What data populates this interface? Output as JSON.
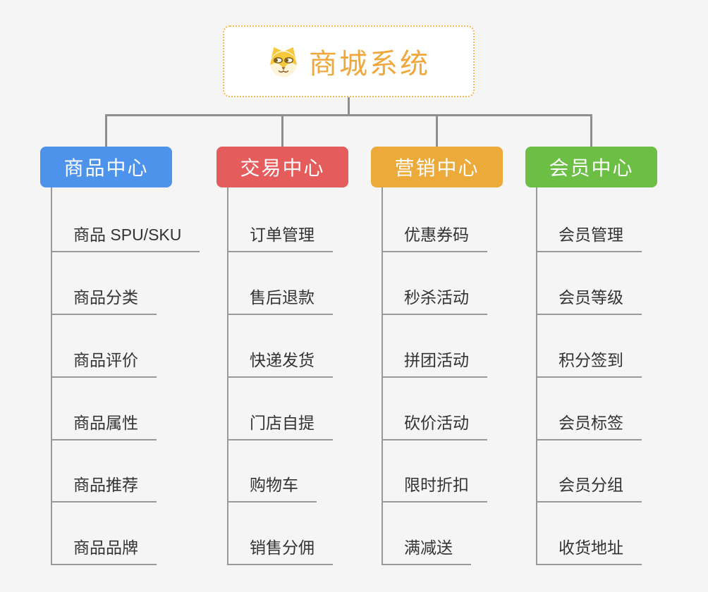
{
  "page": {
    "background": "#f5f5f5"
  },
  "root": {
    "title": "商城系统",
    "icon": "dog-face-icon",
    "text_color": "#f0a83c",
    "border_color": "#f6ba55",
    "background": "#ffffff"
  },
  "colors": {
    "connector": "#8f8f8f",
    "leaf_line": "#999999",
    "leaf_text": "#333333",
    "branch_text": "#ffffff"
  },
  "branches": [
    {
      "id": "product-center",
      "label": "商品中心",
      "color": "#4e93eb",
      "children": [
        "商品 SPU/SKU",
        "商品分类",
        "商品评价",
        "商品属性",
        "商品推荐",
        "商品品牌"
      ]
    },
    {
      "id": "trade-center",
      "label": "交易中心",
      "color": "#e55c5c",
      "children": [
        "订单管理",
        "售后退款",
        "快递发货",
        "门店自提",
        "购物车",
        "销售分佣"
      ]
    },
    {
      "id": "marketing-center",
      "label": "营销中心",
      "color": "#ecaa3b",
      "children": [
        "优惠券码",
        "秒杀活动",
        "拼团活动",
        "砍价活动",
        "限时折扣",
        "满减送"
      ]
    },
    {
      "id": "member-center",
      "label": "会员中心",
      "color": "#6dbe45",
      "children": [
        "会员管理",
        "会员等级",
        "积分签到",
        "会员标签",
        "会员分组",
        "收货地址"
      ]
    }
  ]
}
